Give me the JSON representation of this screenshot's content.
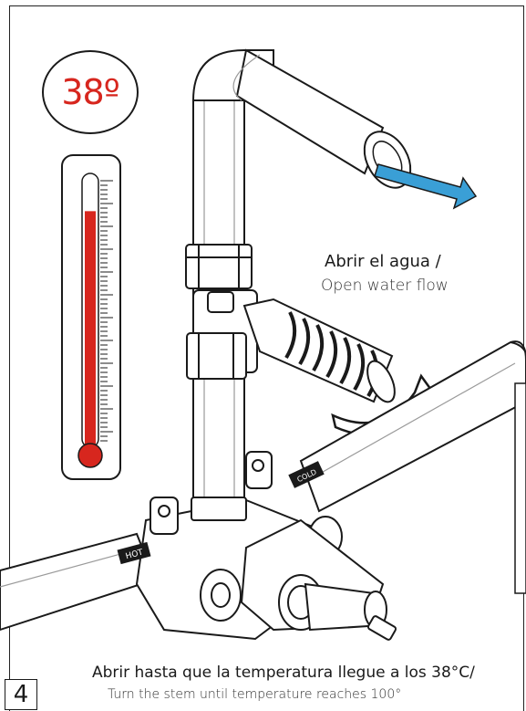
{
  "diagram": {
    "temperature_badge": "38º",
    "flow_label_es": "Abrir el agua /",
    "flow_label_en": "Open water flow",
    "instruction_es": "Abrir hasta que la temperatura llegue a los 38°C/",
    "instruction_en": "Turn the stem until temperature reaches 100°",
    "step_number": "4",
    "valve_labels": {
      "hot": "HOT",
      "cold": "COLD"
    },
    "thermometer_level": 0.88,
    "colors": {
      "accent_red": "#d7261e",
      "water_blue": "#3a9fd6",
      "outline": "#1a1a1a"
    }
  }
}
